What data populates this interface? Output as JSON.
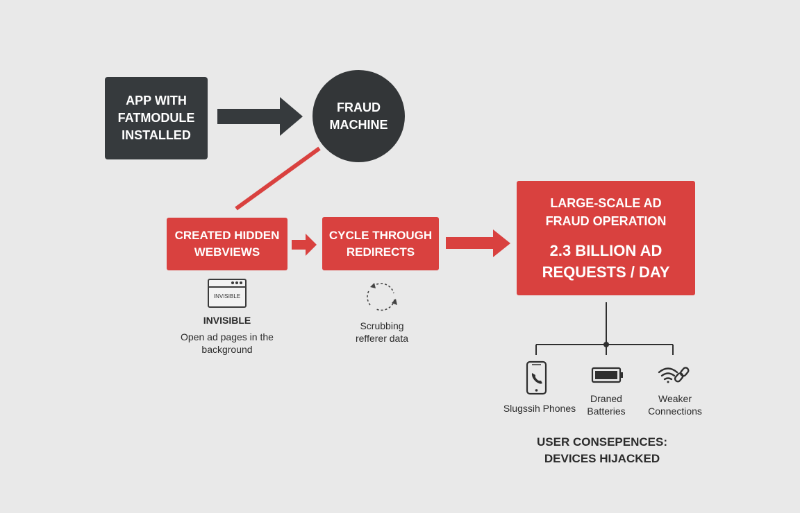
{
  "nodes": {
    "app": {
      "lines": [
        "APP WITH",
        "FATMODULE",
        "INSTALLED"
      ]
    },
    "fraud_machine": {
      "lines": [
        "FRAUD",
        "MACHINE"
      ]
    },
    "hidden_webviews": {
      "lines": [
        "CREATED HIDDEN",
        "WEBVIEWS"
      ]
    },
    "cycle_redirects": {
      "lines": [
        "CYCLE THROUGH",
        "REDIRECTS"
      ]
    },
    "operation": {
      "title_lines": [
        "LARGE-SCALE AD",
        "FRAUD OPERATION"
      ],
      "stat_lines": [
        "2.3 BILLION AD",
        "REQUESTS / DAY"
      ]
    }
  },
  "details": {
    "invisible": {
      "window_label": "INVISIBLE",
      "heading": "INVISIBLE",
      "text_lines": [
        "Open ad pages in the",
        "background"
      ]
    },
    "scrubbing": {
      "text_lines": [
        "Scrubbing",
        "refferer data"
      ]
    }
  },
  "consequences": {
    "items": [
      {
        "icon": "phone-icon",
        "lines": [
          "Slugssih Phones"
        ]
      },
      {
        "icon": "battery-icon",
        "lines": [
          "Draned",
          "Batteries"
        ]
      },
      {
        "icon": "wifi-link-icon",
        "lines": [
          "Weaker",
          "Connections"
        ]
      }
    ],
    "summary_lines": [
      "USER CONSEPENCES:",
      "DEVICES HIJACKED"
    ]
  },
  "colors": {
    "dark": "#363a3d",
    "red": "#d9413f",
    "background": "#e9e9e9"
  }
}
